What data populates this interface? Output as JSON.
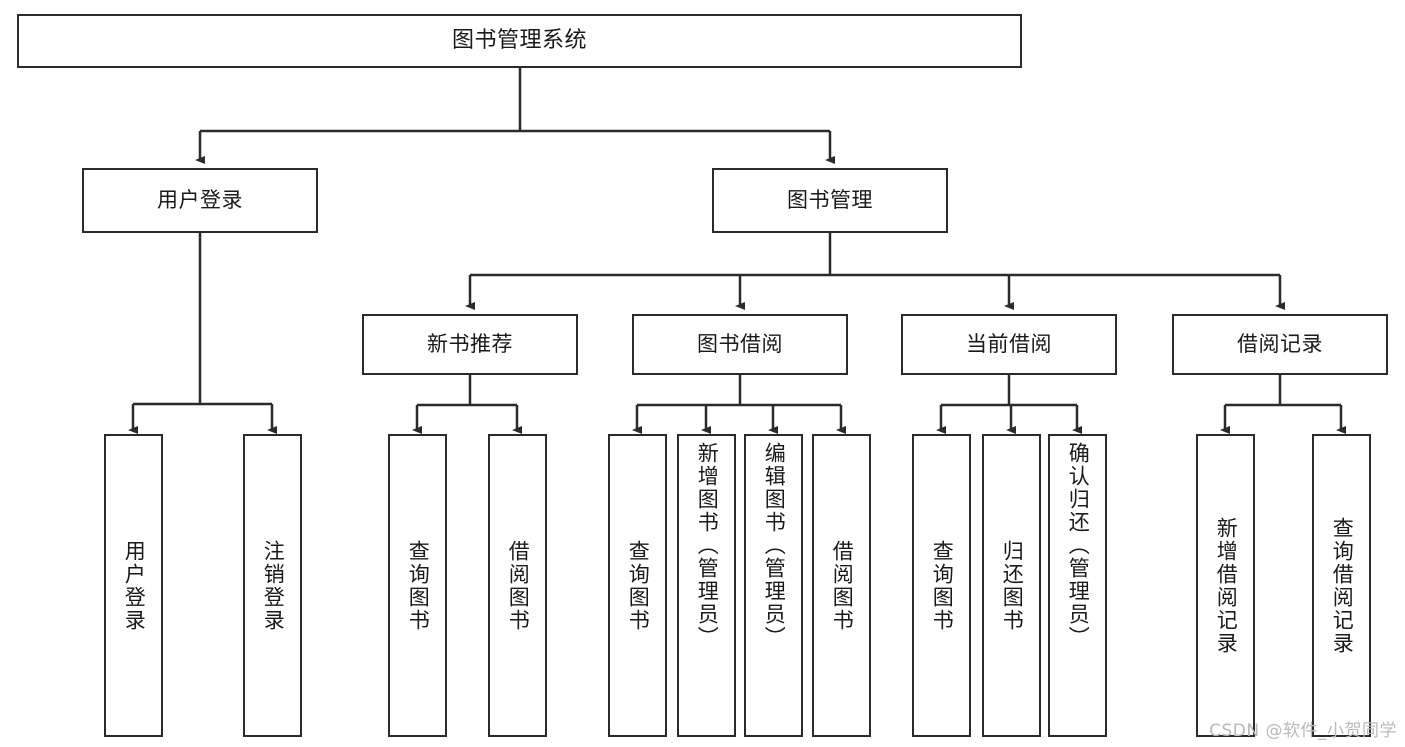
{
  "diagram": {
    "title": "图书管理系统",
    "type": "tree-hierarchy-diagram",
    "colors": {
      "box_border": "#2b2b2b",
      "box_fill": "#ffffff",
      "connector": "#2b2b2b",
      "watermark": "#b9b9b9",
      "background": "#ffffff"
    },
    "root": {
      "id": "root",
      "label": "图书管理系统"
    },
    "level2": [
      {
        "id": "user-login",
        "label": "用户登录"
      },
      {
        "id": "book-management",
        "label": "图书管理"
      }
    ],
    "level3": [
      {
        "id": "new-book-recommend",
        "label": "新书推荐"
      },
      {
        "id": "book-borrow",
        "label": "图书借阅"
      },
      {
        "id": "current-borrow",
        "label": "当前借阅"
      },
      {
        "id": "borrow-record",
        "label": "借阅记录"
      }
    ],
    "leaves": {
      "user_login": [
        {
          "id": "leaf-user-login",
          "label": "用户登录"
        },
        {
          "id": "leaf-logout-login",
          "label": "注销登录"
        }
      ],
      "new_book_recommend": [
        {
          "id": "leaf-query-book-1",
          "label": "查询图书"
        },
        {
          "id": "leaf-borrow-book-1",
          "label": "借阅图书"
        }
      ],
      "book_borrow": [
        {
          "id": "leaf-query-book-2",
          "label": "查询图书"
        },
        {
          "id": "leaf-add-book-admin",
          "label": "新增图书（管理员）"
        },
        {
          "id": "leaf-edit-book-admin",
          "label": "编辑图书（管理员）"
        },
        {
          "id": "leaf-borrow-book-2",
          "label": "借阅图书"
        }
      ],
      "current_borrow": [
        {
          "id": "leaf-query-book-3",
          "label": "查询图书"
        },
        {
          "id": "leaf-return-book",
          "label": "归还图书"
        },
        {
          "id": "leaf-confirm-return-admin",
          "label": "确认归还（管理员）"
        }
      ],
      "borrow_record": [
        {
          "id": "leaf-add-borrow-record",
          "label": "新增借阅记录"
        },
        {
          "id": "leaf-query-borrow-record",
          "label": "查询借阅记录"
        }
      ]
    },
    "watermark": "CSDN @软件_小贺同学"
  }
}
